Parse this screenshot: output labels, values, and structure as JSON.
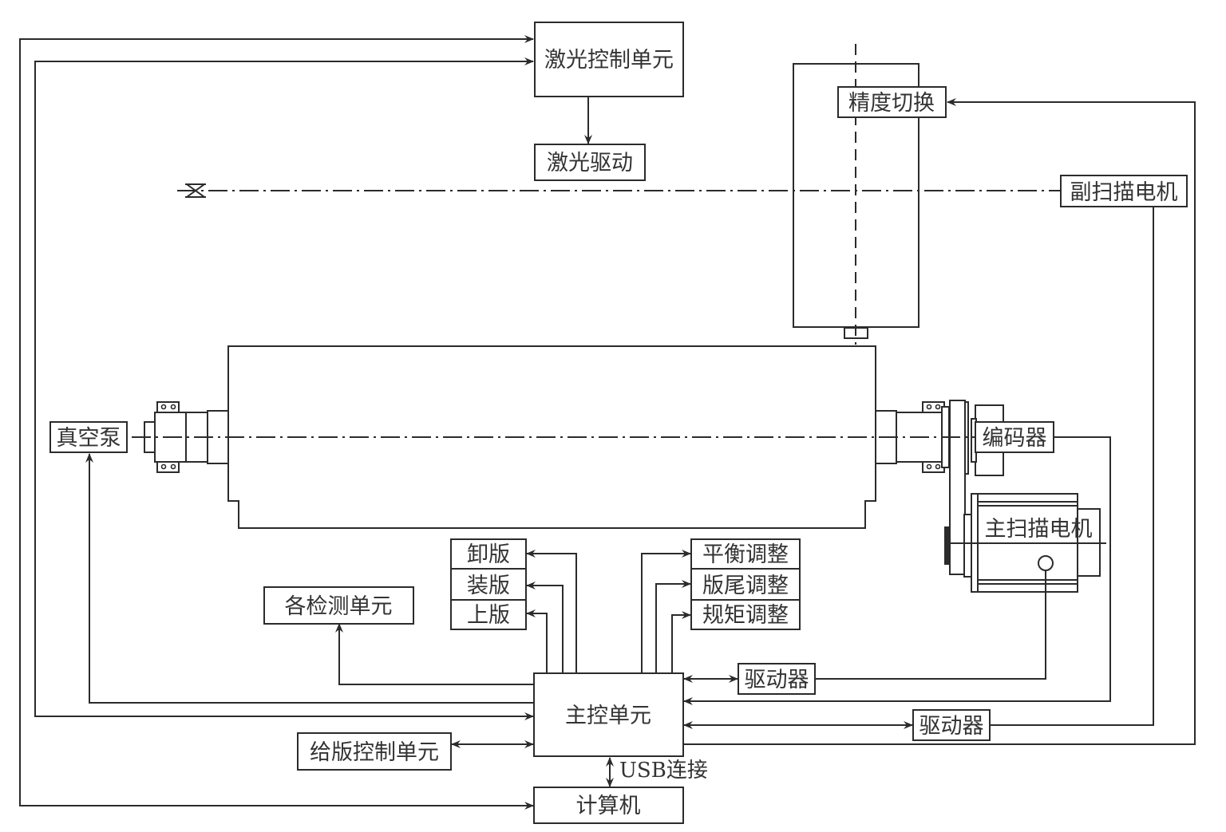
{
  "diagram": {
    "type": "laser-plate-making-system-block-diagram",
    "colors": {
      "line": "#2b2b2b",
      "text": "#333333",
      "background": "#ffffff"
    },
    "boxes": {
      "laser_control_unit": "激光控制单元",
      "laser_drive": "激光驱动",
      "precision_switch": "精度切换",
      "sub_scan_motor": "副扫描电机",
      "vacuum_pump": "真空泵",
      "encoder": "编码器",
      "main_scan_motor": "主扫描电机",
      "unload_plate": "卸版",
      "load_plate": "装版",
      "mount_plate": "上版",
      "balance_adjust": "平衡调整",
      "plate_tail_adjust": "版尾调整",
      "register_adjust": "规矩调整",
      "detection_units": "各检测单元",
      "main_control_unit": "主控单元",
      "driver_1": "驱动器",
      "driver_2": "驱动器",
      "plate_feed_control_unit": "给版控制单元",
      "computer": "计算机"
    },
    "labels": {
      "usb_connection": "USB连接"
    },
    "connections": [
      {
        "from": "main_control_unit",
        "to": "laser_control_unit",
        "type": "arrow"
      },
      {
        "from": "computer",
        "to": "laser_control_unit",
        "type": "arrow"
      },
      {
        "from": "laser_control_unit",
        "to": "laser_drive",
        "type": "arrow"
      },
      {
        "from": "main_control_unit",
        "to": "precision_switch",
        "type": "arrow"
      },
      {
        "from": "sub_scan_motor",
        "to": "driver_2",
        "type": "line"
      },
      {
        "from": "encoder",
        "to": "main_control_unit",
        "type": "arrow"
      },
      {
        "from": "main_scan_motor",
        "to": "driver_1",
        "type": "line"
      },
      {
        "from": "main_control_unit",
        "to": "vacuum_pump",
        "type": "arrow"
      },
      {
        "from": "main_control_unit",
        "to": "unload_plate",
        "type": "arrow"
      },
      {
        "from": "main_control_unit",
        "to": "load_plate",
        "type": "arrow"
      },
      {
        "from": "main_control_unit",
        "to": "mount_plate",
        "type": "arrow"
      },
      {
        "from": "main_control_unit",
        "to": "balance_adjust",
        "type": "arrow"
      },
      {
        "from": "main_control_unit",
        "to": "plate_tail_adjust",
        "type": "arrow"
      },
      {
        "from": "main_control_unit",
        "to": "register_adjust",
        "type": "arrow"
      },
      {
        "from": "main_control_unit",
        "to": "detection_units",
        "type": "bidirectional"
      },
      {
        "from": "main_control_unit",
        "to": "driver_1",
        "type": "bidirectional"
      },
      {
        "from": "main_control_unit",
        "to": "driver_2",
        "type": "bidirectional"
      },
      {
        "from": "main_control_unit",
        "to": "plate_feed_control_unit",
        "type": "bidirectional"
      },
      {
        "from": "main_control_unit",
        "to": "computer",
        "type": "bidirectional",
        "label": "USB连接"
      },
      {
        "from": "laser_control_unit",
        "to": "computer",
        "type": "arrow"
      }
    ]
  }
}
